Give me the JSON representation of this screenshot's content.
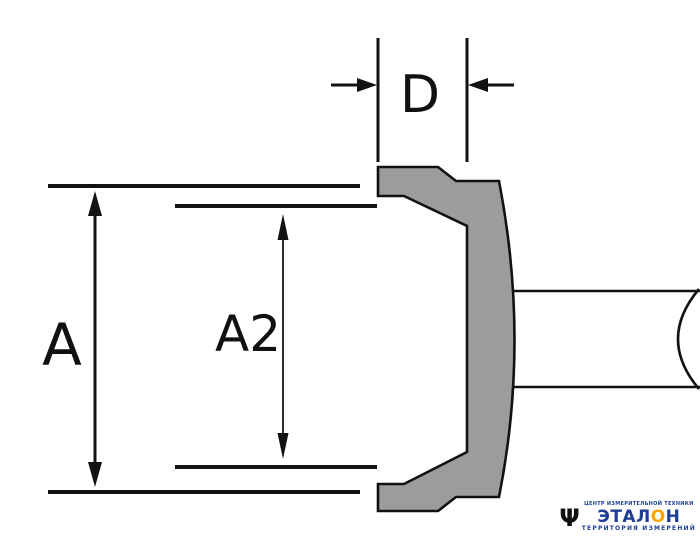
{
  "labels": {
    "d": "D",
    "a": "A",
    "a2": "A2"
  },
  "logo": {
    "icon": "Ψ",
    "top_text": "ЦЕНТР ИЗМЕРИТЕЛЬНОЙ ТЕХНИКИ",
    "name_pre": "ЭТАЛ",
    "name_o": "О",
    "name_post": "Н",
    "bottom_text": "ТЕРРИТОРИЯ ИЗМЕРЕНИЙ"
  },
  "colors": {
    "body_gray": "#9c9c9c",
    "outline": "#121212",
    "logo_blue": "#1e3e93",
    "logo_orange": "#f7a600",
    "background": "#ffffff"
  }
}
